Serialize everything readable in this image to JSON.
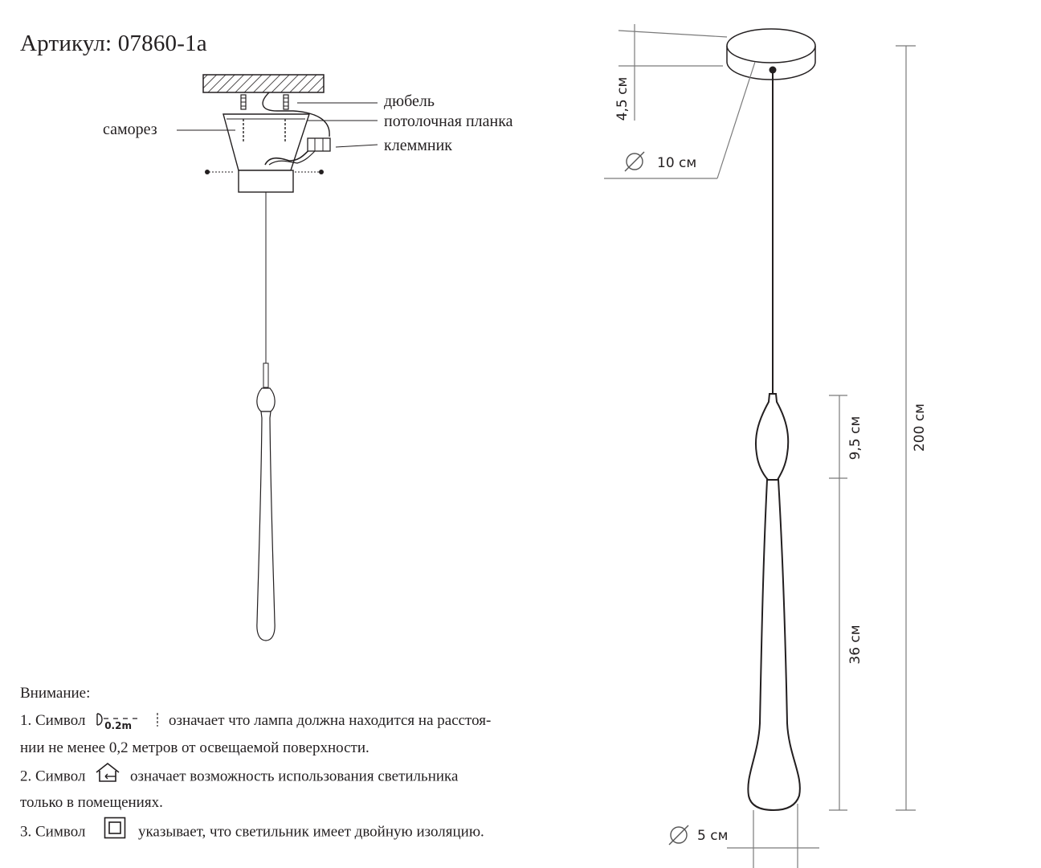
{
  "title": "Артикул: 07860-1a",
  "installation": {
    "labels": {
      "dowel": "дюбель",
      "ceiling_bar": "потолочная планка",
      "terminal_block": "клеммник",
      "screw": "саморез"
    }
  },
  "dimensions": {
    "canopy_height": "4,5 см",
    "canopy_diameter": "10 см",
    "total_height": "200 см",
    "top_part_height": "9,5 см",
    "shade_height": "36 см",
    "shade_diameter": "5 см"
  },
  "notes": {
    "heading": "Внимание:",
    "item1_prefix": "1. Символ",
    "item1_symbol_label": "0.2m",
    "item1_text": "означает что лампа должна находится на расстоя-",
    "item1_cont": "нии не менее 0,2 метров от освещаемой поверхности.",
    "item2_prefix": "2. Символ",
    "item2_text": "означает возможность использования светильника",
    "item2_cont": "только в помещениях.",
    "item3_prefix": "3. Символ",
    "item3_text": "указывает, что светильник имеет двойную изоляцию."
  }
}
